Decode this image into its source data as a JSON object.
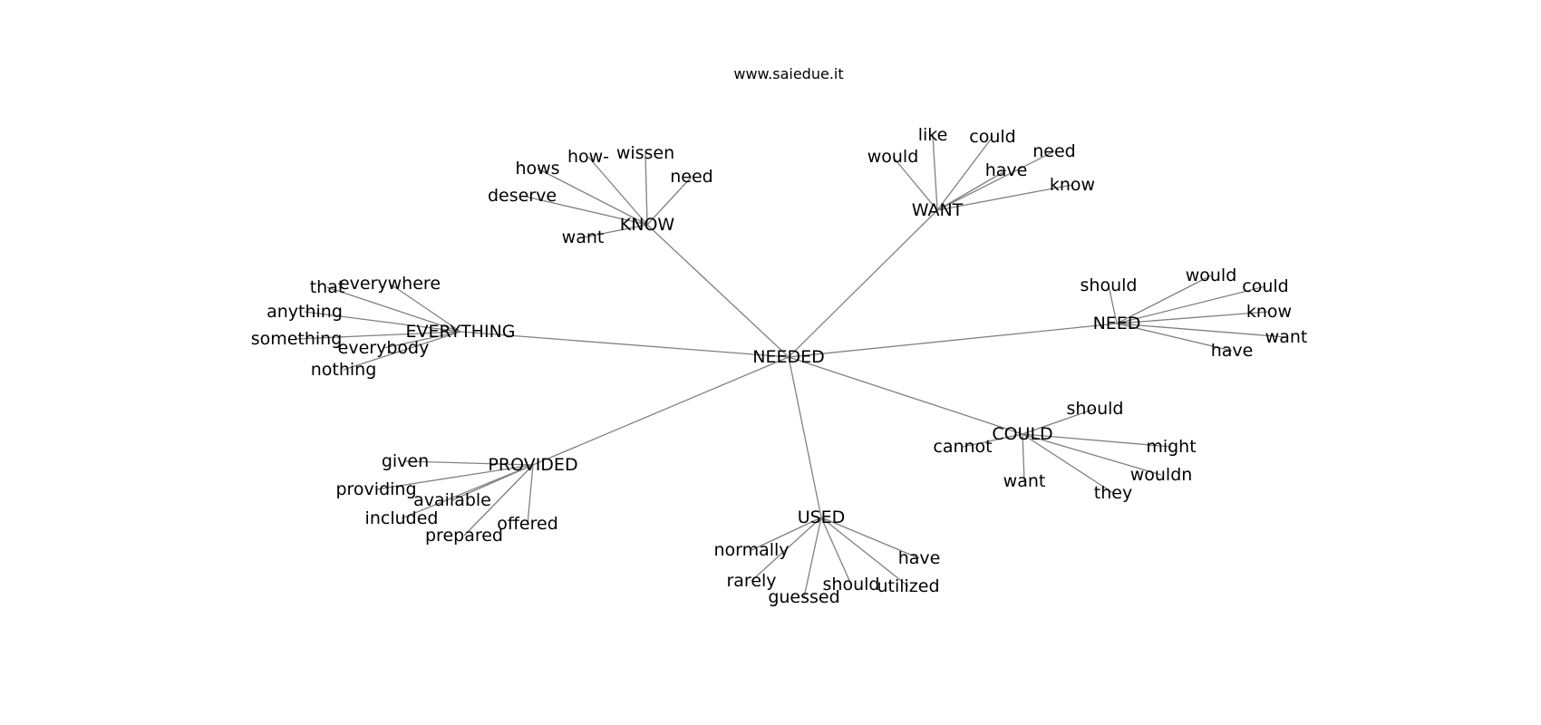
{
  "watermark": "www.saiedue.it",
  "graph": {
    "center": "NEEDED",
    "clusters": [
      {
        "hub": "KNOW",
        "words": [
          "hows",
          "how-",
          "wissen",
          "need",
          "deserve",
          "want"
        ]
      },
      {
        "hub": "WANT",
        "words": [
          "like",
          "could",
          "would",
          "need",
          "have",
          "know"
        ]
      },
      {
        "hub": "EVERYTHING",
        "words": [
          "that",
          "everywhere",
          "anything",
          "something",
          "everybody",
          "nothing"
        ]
      },
      {
        "hub": "NEED",
        "words": [
          "should",
          "would",
          "could",
          "know",
          "want",
          "have"
        ]
      },
      {
        "hub": "COULD",
        "words": [
          "should",
          "cannot",
          "might",
          "want",
          "wouldn",
          "they"
        ]
      },
      {
        "hub": "PROVIDED",
        "words": [
          "given",
          "providing",
          "available",
          "included",
          "prepared",
          "offered"
        ]
      },
      {
        "hub": "USED",
        "words": [
          "normally",
          "have",
          "rarely",
          "should",
          "utilized",
          "guessed"
        ]
      }
    ]
  }
}
